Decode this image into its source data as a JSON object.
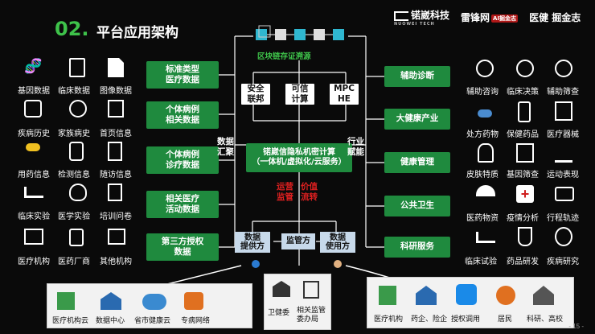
{
  "header": {
    "number": "02.",
    "title": "平台应用架构",
    "logos": [
      "锘崴科技",
      "NUOWEI TECH",
      "雷锋网",
      "AI掘金志",
      "医健",
      "掘金志"
    ]
  },
  "left_icons": [
    [
      "基因数据",
      "临床数据",
      "图像数据"
    ],
    [
      "疾病历史",
      "家族病史",
      "首页信息"
    ],
    [
      "用药信息",
      "检测信息",
      "随访信息"
    ],
    [
      "临床实验",
      "医学实验",
      "培训问卷"
    ],
    [
      "医疗机构",
      "医药厂商",
      "其他机构"
    ]
  ],
  "left_boxes": [
    "标准类型\n医疗数据",
    "个体病例\n相关数据",
    "个体病例\n诊疗数据",
    "相关医疗\n活动数据",
    "第三方授权\n数据"
  ],
  "center": {
    "chain_label": "区块链存证溯源",
    "top_boxes": [
      "安全\n联邦",
      "可信\n计算",
      "MPC\nHE"
    ],
    "core": "锘崴信隐私机密计算\n（一体机/虚拟化/云服务）",
    "left_label": "数据\n汇聚",
    "right_label": "行业\n赋能",
    "red_left": "运营\n监管",
    "red_right": "价值\n流转",
    "bottom_boxes": [
      "数据\n提供方",
      "监管方",
      "数据\n使用方"
    ]
  },
  "right_boxes": [
    "辅助诊断",
    "大健康产业",
    "健康管理",
    "公共卫生",
    "科研服务"
  ],
  "right_icons": [
    [
      "辅助咨询",
      "临床决策",
      "辅助筛查"
    ],
    [
      "处方药物",
      "保健药品",
      "医疗器械"
    ],
    [
      "皮肤特质",
      "基因筛查",
      "运动表现"
    ],
    [
      "医药物资",
      "疫情分析",
      "行程轨迹"
    ],
    [
      "临床试验",
      "药品研发",
      "疾病研究"
    ]
  ],
  "bottom_panels": {
    "left": [
      "医疗机构云",
      "数据中心",
      "省市健康云",
      "专病网络"
    ],
    "middle": [
      "卫健委",
      "相关监管\n委办局"
    ],
    "right": [
      "医疗机构",
      "药企、险企",
      "授权调用",
      "居民",
      "科研、高校"
    ]
  },
  "page_number": "- 15 -",
  "colors": {
    "accent_green": "#3ec24a",
    "box_green": "#1f8a3e",
    "red": "#e02020",
    "light_blue": "#c7d9ea"
  }
}
